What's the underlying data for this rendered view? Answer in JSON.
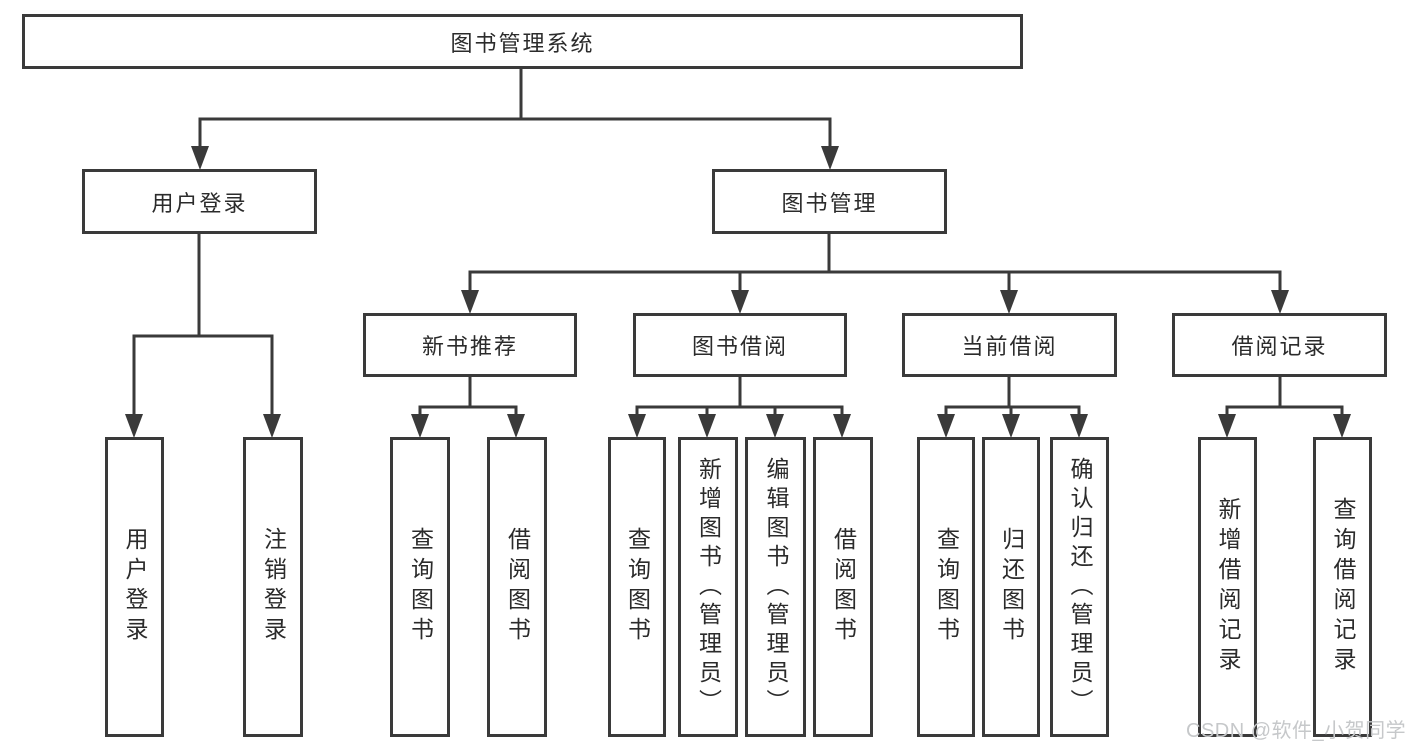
{
  "diagram": {
    "title": "图书管理系统",
    "root": {
      "label": "图书管理系统"
    },
    "branches": [
      {
        "label": "用户登录",
        "children": [
          {
            "label": "用户登录"
          },
          {
            "label": "注销登录"
          }
        ]
      },
      {
        "label": "图书管理",
        "children": [
          {
            "label": "新书推荐",
            "children": [
              {
                "label": "查询图书"
              },
              {
                "label": "借阅图书"
              }
            ]
          },
          {
            "label": "图书借阅",
            "children": [
              {
                "label": "查询图书"
              },
              {
                "label": "新增图书（管理员）"
              },
              {
                "label": "编辑图书（管理员）"
              },
              {
                "label": "借阅图书"
              }
            ]
          },
          {
            "label": "当前借阅",
            "children": [
              {
                "label": "查询图书"
              },
              {
                "label": "归还图书"
              },
              {
                "label": "确认归还（管理员）"
              }
            ]
          },
          {
            "label": "借阅记录",
            "children": [
              {
                "label": "新增借阅记录"
              },
              {
                "label": "查询借阅记录"
              }
            ]
          }
        ]
      }
    ]
  },
  "colors": {
    "line": "#3a3a3a",
    "text": "#2b2b2b",
    "watermark": "#c6c8ca",
    "background": "#ffffff"
  },
  "watermark": {
    "text": "CSDN @软件_小贺同学"
  }
}
